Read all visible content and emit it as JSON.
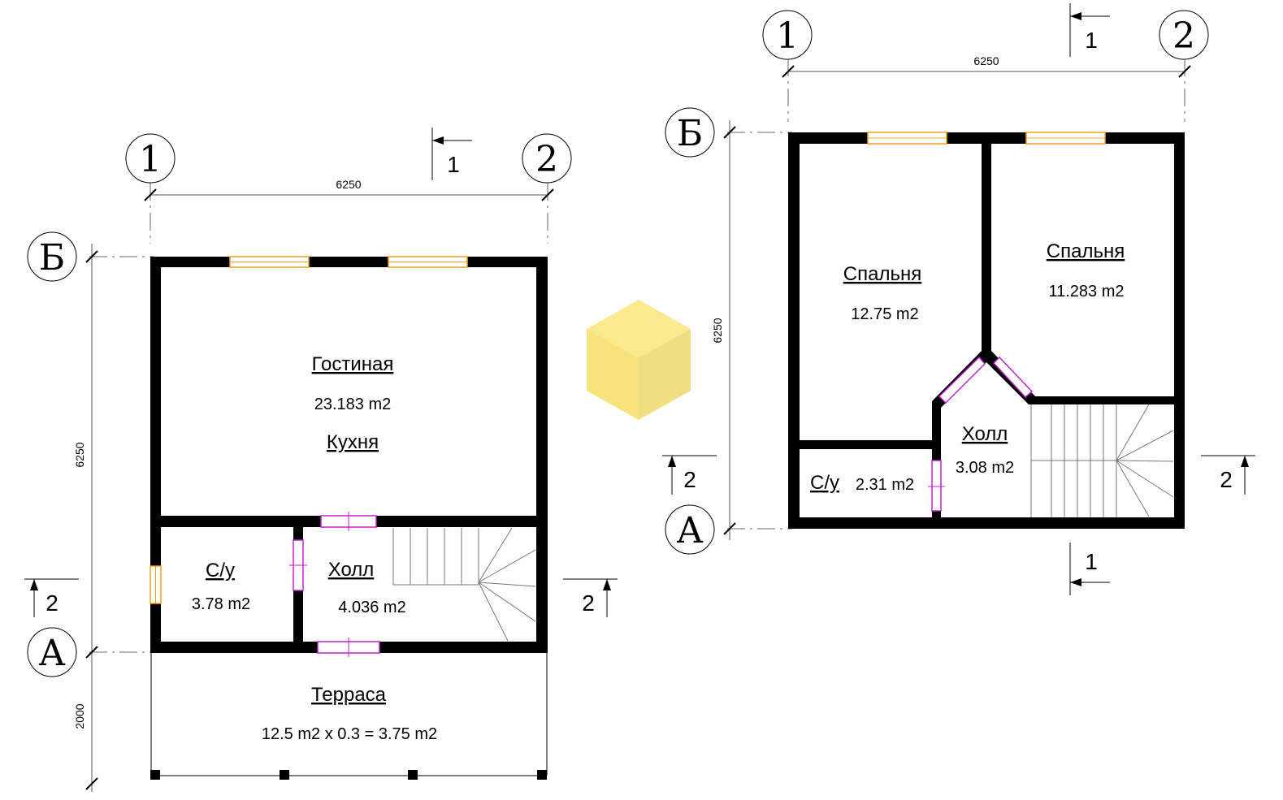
{
  "plans": [
    {
      "grid": {
        "axis_1": "1",
        "axis_2": "2",
        "axis_B": "Б",
        "axis_A": "А"
      },
      "dims": {
        "width": "6250",
        "depth": "6250",
        "terrace_depth": "2000"
      },
      "sections": {
        "s1_top": "1",
        "s2_left": "2",
        "s2_right": "2"
      },
      "rooms": {
        "living_name": "Гостиная",
        "living_area": "23.183 m2",
        "kitchen_name": "Кухня",
        "wc_name": "С/у",
        "wc_area": "3.78 m2",
        "hall_name": "Холл",
        "hall_area": "4.036 m2",
        "terrace_name": "Терраса",
        "terrace_area": "12.5 m2 x 0.3 = 3.75 m2"
      }
    },
    {
      "grid": {
        "axis_1": "1",
        "axis_2": "2",
        "axis_B": "Б",
        "axis_A": "А"
      },
      "dims": {
        "width": "6250",
        "depth": "6250"
      },
      "sections": {
        "s1_top": "1",
        "s1_bottom": "1",
        "s2_left": "2",
        "s2_right": "2"
      },
      "rooms": {
        "bedroom1_name": "Спальня",
        "bedroom1_area": "12.75 m2",
        "bedroom2_name": "Спальня",
        "bedroom2_area": "11.283 m2",
        "hall_name": "Холл",
        "hall_area": "3.08 m2",
        "wc_name": "С/у",
        "wc_area": "2.31 m2"
      }
    }
  ],
  "colors": {
    "wall": "#000000",
    "window": "#f0a020",
    "door": "#c020d0",
    "logo_top": "#fbe98f",
    "logo_left": "#f8e27a",
    "logo_right": "#f0de82"
  },
  "icons": {
    "logo": "yellow-cube-logo"
  }
}
